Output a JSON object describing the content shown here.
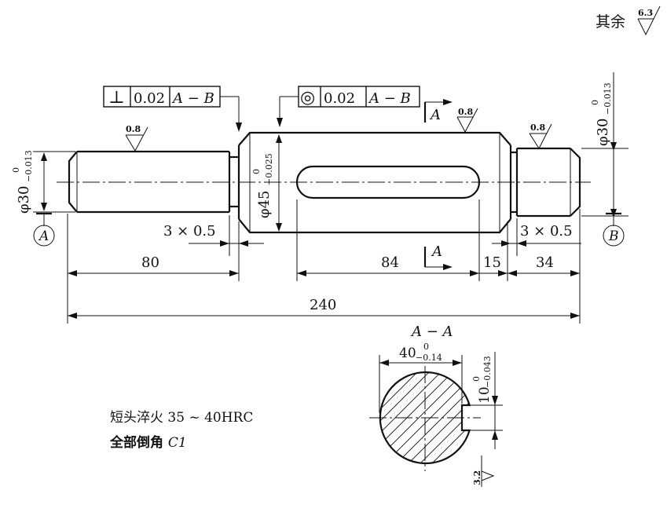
{
  "header": {
    "other_surfaces_label": "其余",
    "other_surfaces_roughness": "6.3"
  },
  "tolerance_frames": {
    "left": {
      "symbol": "⊥",
      "value": "0.02",
      "datum": "A − B"
    },
    "middle": {
      "symbol": "◎",
      "value": "0.02",
      "datum": "A − B"
    }
  },
  "roughness_marks": {
    "left_journal": "0.8",
    "middle_shaft": "0.8",
    "right_journal": "0.8",
    "keyway_bottom": "3.2"
  },
  "diameters": {
    "left_journal": {
      "prefix": "φ30",
      "upper": "0",
      "lower": "−0.013"
    },
    "middle_shaft": {
      "prefix": "φ45",
      "upper": "0",
      "lower": "−0.025"
    },
    "right_journal": {
      "prefix": "φ30",
      "upper": "0",
      "lower": "−0.013"
    }
  },
  "datums": {
    "left": "A",
    "right": "B"
  },
  "undercuts": {
    "left": "3 × 0.5",
    "right": "3 × 0.5"
  },
  "section_markers": {
    "top": "A",
    "bottom": "A"
  },
  "dimensions": {
    "left_length": "80",
    "keyway_length": "84",
    "shoulder_length": "15",
    "right_length": "34",
    "total_length": "240"
  },
  "section_view": {
    "title": "A − A",
    "width_base": "40",
    "width_upper": "0",
    "width_lower": "−0.14",
    "keyway_width_base": "10",
    "keyway_width_upper": "0",
    "keyway_width_lower": "−0.043"
  },
  "notes": {
    "hardening": "短头淬火 35 ~ 40HRC",
    "chamfer_prefix": "全部倒角 ",
    "chamfer_value": "C1"
  }
}
